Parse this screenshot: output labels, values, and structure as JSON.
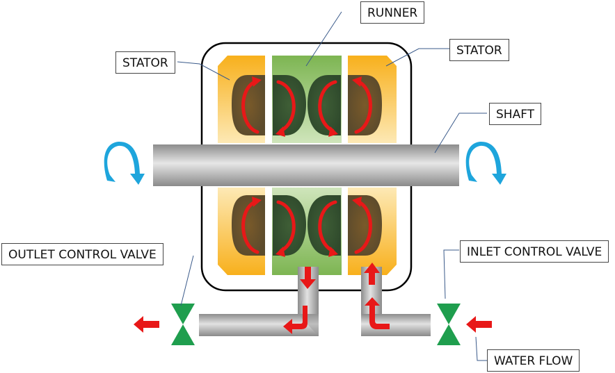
{
  "labels": {
    "runner": "RUNNER",
    "stator_left": "STATOR",
    "stator_right": "STATOR",
    "shaft": "SHAFT",
    "outlet_valve": "OUTLET CONTROL VALVE",
    "inlet_valve": "INLET CONTROL VALVE",
    "water_flow": "WATER FLOW"
  },
  "colors": {
    "stator": "#f7b52a",
    "runner": "#8cc163",
    "shaft": "#a9a9a9",
    "flow_arrow": "#e81818",
    "rotation_arrow": "#1ea5dc",
    "valve": "#1f9e4e"
  },
  "icons": {
    "rotation": "curved-arrow-icon",
    "valve": "bowtie-valve-icon"
  }
}
